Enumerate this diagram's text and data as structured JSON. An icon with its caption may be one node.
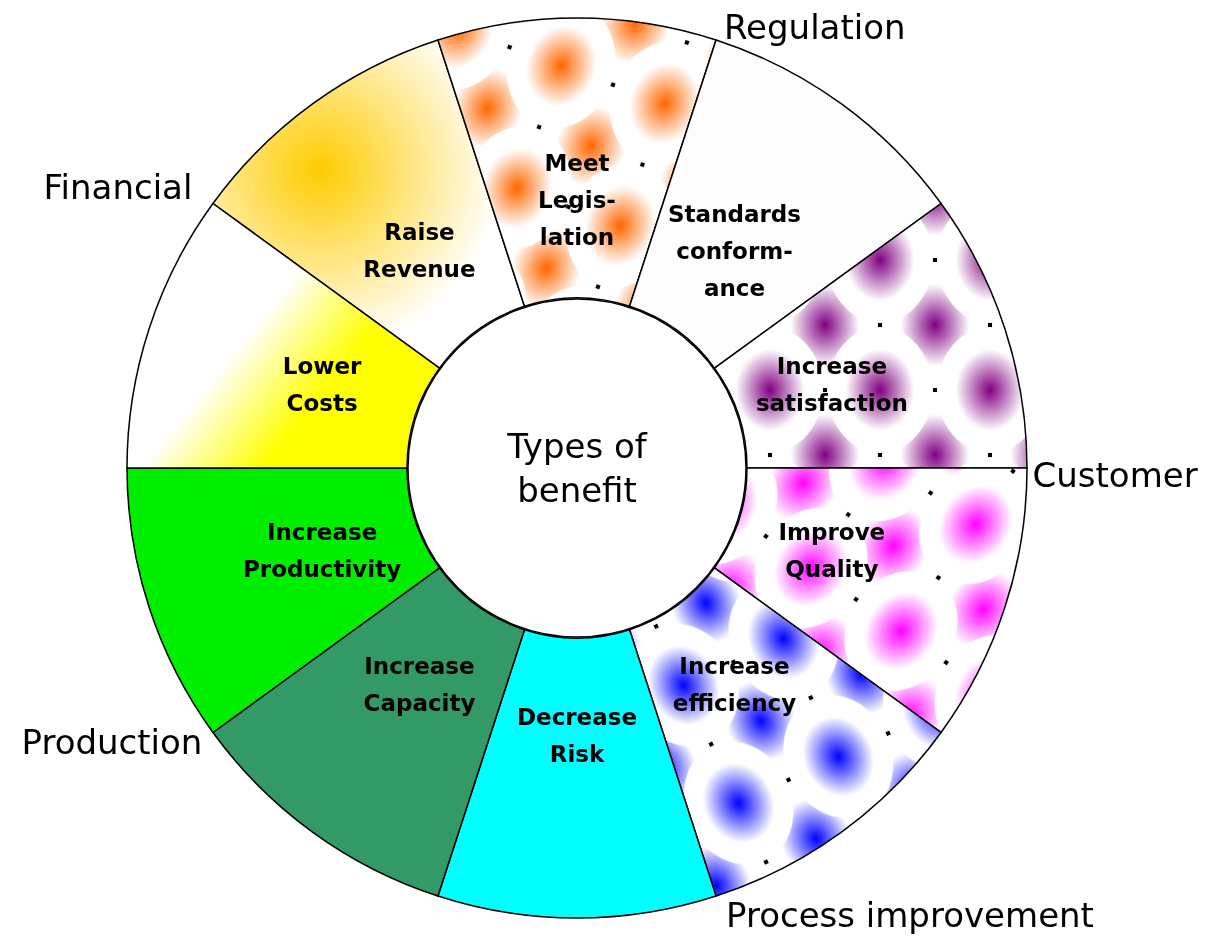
{
  "diagram": {
    "nodes": [
      {
        "text": [
          "Types of benefit"
        ]
      },
      {
        "text": [
          "Raise Revenue"
        ]
      },
      {
        "text": [
          "Meet Legis-lation"
        ]
      },
      {
        "text": [
          "Standards conform-ance"
        ]
      },
      {
        "text": [
          "Increase satisfaction"
        ]
      },
      {
        "text": [
          "Improve Quality"
        ]
      },
      {
        "text": [
          "Increase efficiency"
        ]
      },
      {
        "text": [
          "Decrease Risk"
        ]
      },
      {
        "text": [
          "Increase Capacity"
        ]
      },
      {
        "text": [
          "Increase Productivity"
        ]
      },
      {
        "text": [
          "Lower Costs"
        ]
      }
    ],
    "labels": [
      "Regulation",
      "Financial",
      "Customer",
      "Production",
      "Process improvement"
    ]
  }
}
